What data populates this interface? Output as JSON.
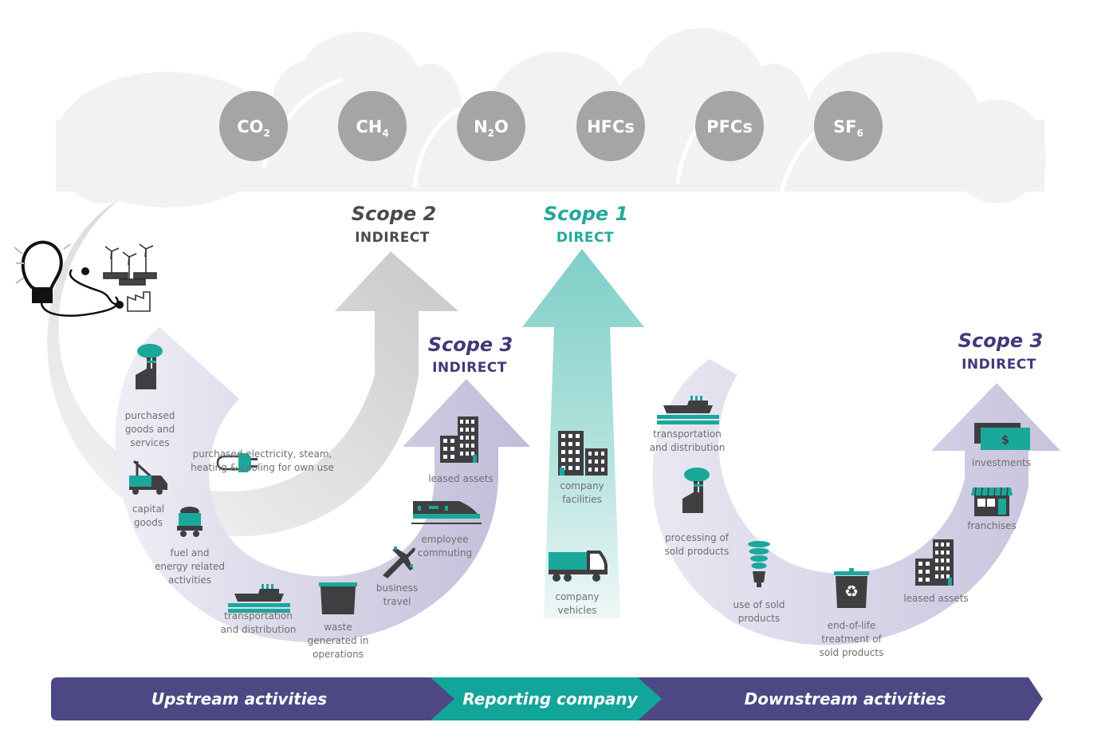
{
  "colors": {
    "cloud": "#f2f2f2",
    "gas_bubble": "#a5a5a8",
    "scope2_gray": "#c9c9cb",
    "scope1_teal": "#7fcfc8",
    "scope1_text": "#23a89c",
    "scope3_purple": "#c7c3dd",
    "scope3_text": "#3f3a78",
    "scope2_text": "#4a4a4d",
    "bar_purple": "#4d4883",
    "bar_teal": "#12a599",
    "icon_dark": "#3f3f42",
    "icon_teal": "#1aa89b"
  },
  "gases": [
    {
      "base": "CO",
      "sub": "2"
    },
    {
      "base": "CH",
      "sub": "4"
    },
    {
      "base": "N",
      "sub": "2",
      "suffix": "O"
    },
    {
      "base": "HFCs",
      "sub": ""
    },
    {
      "base": "PFCs",
      "sub": ""
    },
    {
      "base": "SF",
      "sub": "6"
    }
  ],
  "scopes": {
    "scope2": {
      "title": "Scope 2",
      "subtitle": "INDIRECT"
    },
    "scope1": {
      "title": "Scope 1",
      "subtitle": "DIRECT"
    },
    "scope3_upstream": {
      "title": "Scope 3",
      "subtitle": "INDIRECT"
    },
    "scope3_downstream": {
      "title": "Scope 3",
      "subtitle": "INDIRECT"
    }
  },
  "scope2_items": [
    {
      "icon": "plug-icon",
      "lines": [
        "purchased electricity, steam,",
        "heating & cooling for own use"
      ]
    }
  ],
  "upstream_items": [
    {
      "icon": "factory-icon",
      "lines": [
        "purchased",
        "goods and",
        "services"
      ]
    },
    {
      "icon": "crane-truck-icon",
      "lines": [
        "capital",
        "goods"
      ]
    },
    {
      "icon": "fuel-cart-icon",
      "lines": [
        "fuel and",
        "energy related",
        "activities"
      ]
    },
    {
      "icon": "ship-icon",
      "lines": [
        "transportation",
        "and distribution"
      ]
    },
    {
      "icon": "waste-bin-icon",
      "lines": [
        "waste",
        "generated in",
        "operations"
      ]
    },
    {
      "icon": "airplane-icon",
      "lines": [
        "business",
        "travel"
      ]
    },
    {
      "icon": "train-icon",
      "lines": [
        "employee",
        "commuting"
      ]
    },
    {
      "icon": "building-icon",
      "lines": [
        "leased assets"
      ]
    }
  ],
  "direct_items": [
    {
      "icon": "company-buildings-icon",
      "lines": [
        "company",
        "facilities"
      ]
    },
    {
      "icon": "truck-icon",
      "lines": [
        "company",
        "vehicles"
      ]
    }
  ],
  "downstream_items": [
    {
      "icon": "ship-icon",
      "lines": [
        "transportation",
        "and distribution"
      ]
    },
    {
      "icon": "factory-icon",
      "lines": [
        "processing of",
        "sold products"
      ]
    },
    {
      "icon": "light-bulb-icon",
      "lines": [
        "use of sold",
        "products"
      ]
    },
    {
      "icon": "recycle-bin-icon",
      "lines": [
        "end-of-life",
        "treatment of",
        "sold products"
      ]
    },
    {
      "icon": "building-icon",
      "lines": [
        "leased assets"
      ]
    },
    {
      "icon": "storefront-icon",
      "lines": [
        "franchises"
      ]
    },
    {
      "icon": "money-icon",
      "lines": [
        "investments"
      ]
    }
  ],
  "bottom_bar": {
    "upstream": "Upstream activities",
    "reporting": "Reporting company",
    "downstream": "Downstream activities"
  }
}
